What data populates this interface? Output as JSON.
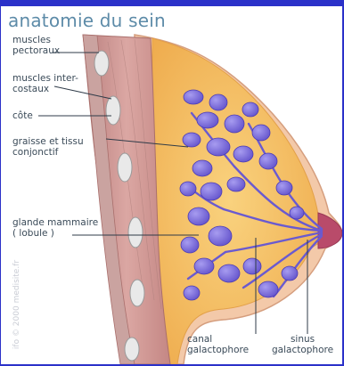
{
  "title": "anatomie du sein",
  "labels": {
    "muscles_pectoraux": [
      "muscles",
      "pectoraux"
    ],
    "muscles_intercostaux": [
      "muscles inter-",
      "costaux"
    ],
    "cote": [
      "côte"
    ],
    "graisse": [
      "graisse et tissu",
      "conjonctif"
    ],
    "glande": [
      "glande mammaire",
      "( lobule )"
    ],
    "canal": [
      "canal",
      "galactophore"
    ],
    "sinus": [
      "sinus",
      "galactophore"
    ]
  },
  "copyright": "ifo © 2000 medisite.fr",
  "colors": {
    "border": "#2b31c9",
    "title": "#5d8ba8",
    "muscle": "#c98f8c",
    "fat": "#f4c46a",
    "lobule": "#7a6ad8"
  }
}
